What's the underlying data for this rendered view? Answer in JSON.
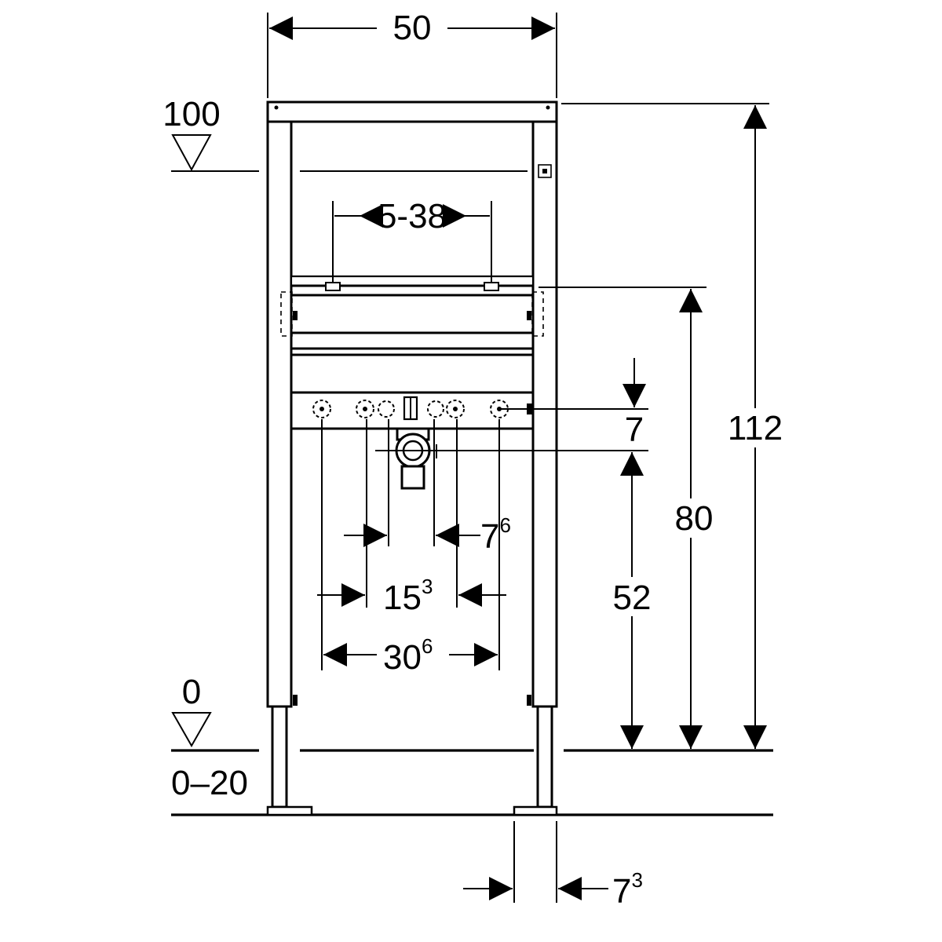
{
  "dimensions": {
    "width_top": "50",
    "level_top": "100",
    "clip_range": "5-38",
    "height_total": "112",
    "height_bracket": "80",
    "offset_small": "7",
    "height_waste": "52",
    "spacing_inner": {
      "base": "7",
      "sup": "6"
    },
    "spacing_middle": {
      "base": "15",
      "sup": "3"
    },
    "spacing_outer": {
      "base": "30",
      "sup": "6"
    },
    "level_floor": "0",
    "foot_range": "0–20",
    "foot_width": {
      "base": "7",
      "sup": "3"
    }
  }
}
